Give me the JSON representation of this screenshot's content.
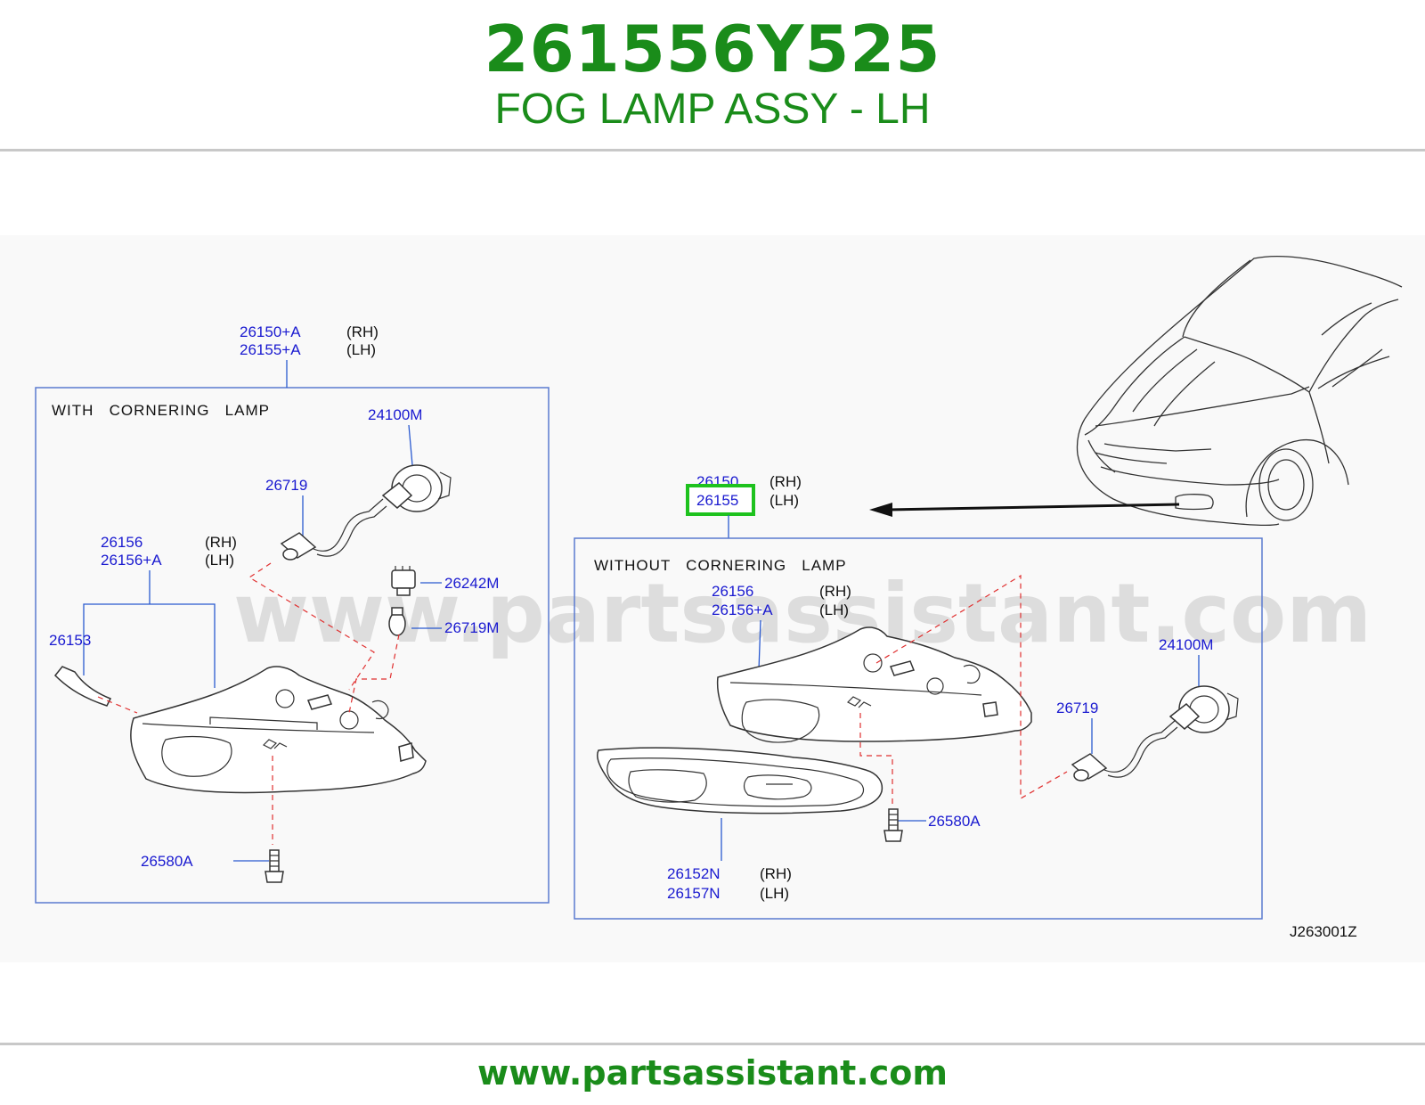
{
  "header": {
    "part_number": "261556Y525",
    "description": "FOG LAMP ASSY - LH"
  },
  "watermark": "www.partsassistant.com",
  "footer": {
    "url": "www.partsassistant.com"
  },
  "diagram": {
    "code": "J263001Z",
    "left_panel": {
      "title": "WITH   CORNERING   LAMP",
      "callout_rh": "26150+A",
      "callout_lh": "26155+A",
      "rh": "(RH)",
      "lh": "(LH)",
      "labels": {
        "bulb": "24100M",
        "harness": "26719",
        "lamp_rh": "26156",
        "lamp_lh": "26156+A",
        "lamp_rh_side": "(RH)",
        "lamp_lh_side": "(LH)",
        "socket": "26242M",
        "small_bulb": "26719M",
        "bracket": "26153",
        "screw": "26580A"
      }
    },
    "right_panel": {
      "title": "WITHOUT   CORNERING   LAMP",
      "callout_rh": "26150",
      "callout_lh": "26155",
      "rh": "(RH)",
      "lh": "(LH)",
      "labels": {
        "lamp_rh": "26156",
        "lamp_lh": "26156+A",
        "lamp_rh_side": "(RH)",
        "lamp_lh_side": "(LH)",
        "bulb": "24100M",
        "harness": "26719",
        "screw": "26580A",
        "bezel_rh": "26152N",
        "bezel_lh": "26157N",
        "bezel_rh_side": "(RH)",
        "bezel_lh_side": "(LH)"
      }
    },
    "highlight_color": "#1ec21e",
    "label_color": "#1a1ad0"
  }
}
